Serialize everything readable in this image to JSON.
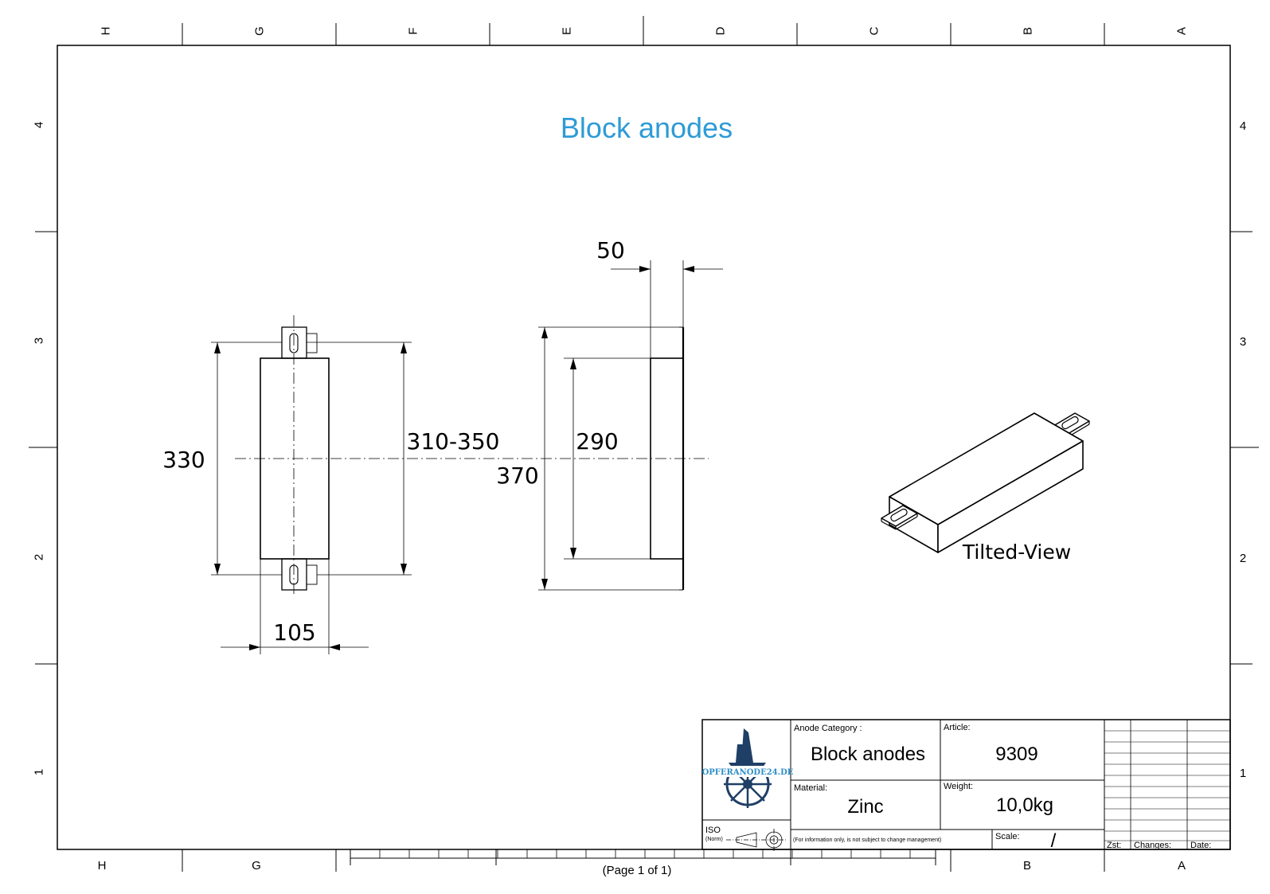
{
  "drawing": {
    "title": "Block anodes",
    "tilted_view_label": "Tilted-View",
    "page_label": "(Page 1 of 1)"
  },
  "zones": {
    "columns": [
      "H",
      "G",
      "F",
      "E",
      "D",
      "C",
      "B",
      "A"
    ],
    "bottom_columns": [
      "H",
      "G",
      "B",
      "A"
    ],
    "rows": [
      "4",
      "3",
      "2",
      "1"
    ]
  },
  "dimensions": {
    "front_height": "330",
    "front_width": "105",
    "front_hole_pitch": "310-350",
    "side_thickness": "50",
    "side_body_height": "290",
    "side_total_height": "370"
  },
  "title_block": {
    "category_label": "Anode Category :",
    "category_value": "Block anodes",
    "article_label": "Article:",
    "article_value": "9309",
    "material_label": "Material:",
    "material_value": "Zinc",
    "weight_label": "Weight:",
    "weight_value": "10,0kg",
    "scale_label": "Scale:",
    "scale_value": "/",
    "disclaimer": "(For information only, is not subject to change management)",
    "iso_label": "ISO",
    "norm_label": "(Norm)",
    "logo_text": "OPFERANODE24.DE",
    "rev_zst": "Zst:",
    "rev_changes": "Changes:",
    "rev_date": "Date:"
  }
}
